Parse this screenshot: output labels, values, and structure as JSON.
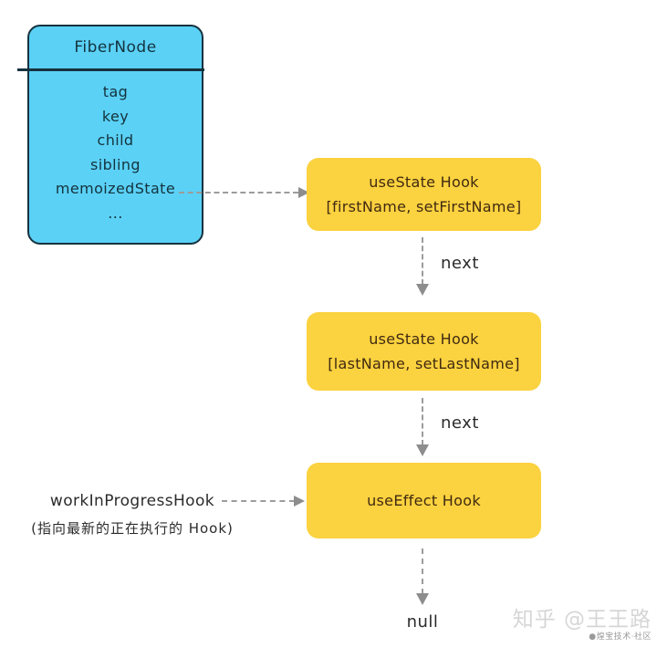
{
  "diagram": {
    "fiber_node": {
      "title": "FiberNode",
      "fields": [
        "tag",
        "key",
        "child",
        "sibling",
        "memoizedState",
        "..."
      ]
    },
    "hooks": [
      {
        "line1": "useState Hook",
        "line2": "[firstName, setFirstName]"
      },
      {
        "line1": "useState Hook",
        "line2": "[lastName, setLastName]"
      },
      {
        "line1": "useEffect Hook"
      }
    ],
    "edges": {
      "next1": "next",
      "next2": "next",
      "terminal": "null"
    },
    "pointer": {
      "label": "workInProgressHook",
      "note": "(指向最新的正在执行的 Hook)"
    }
  },
  "watermark": {
    "main": "知乎 @王王路",
    "sub": "●煌宝技术·社区"
  },
  "colors": {
    "fiber_fill": "#5bd1f6",
    "fiber_border": "#16323f",
    "hook_fill": "#fbd23f",
    "arrow_gray": "#9c9c9c",
    "background": "#ffffff"
  }
}
